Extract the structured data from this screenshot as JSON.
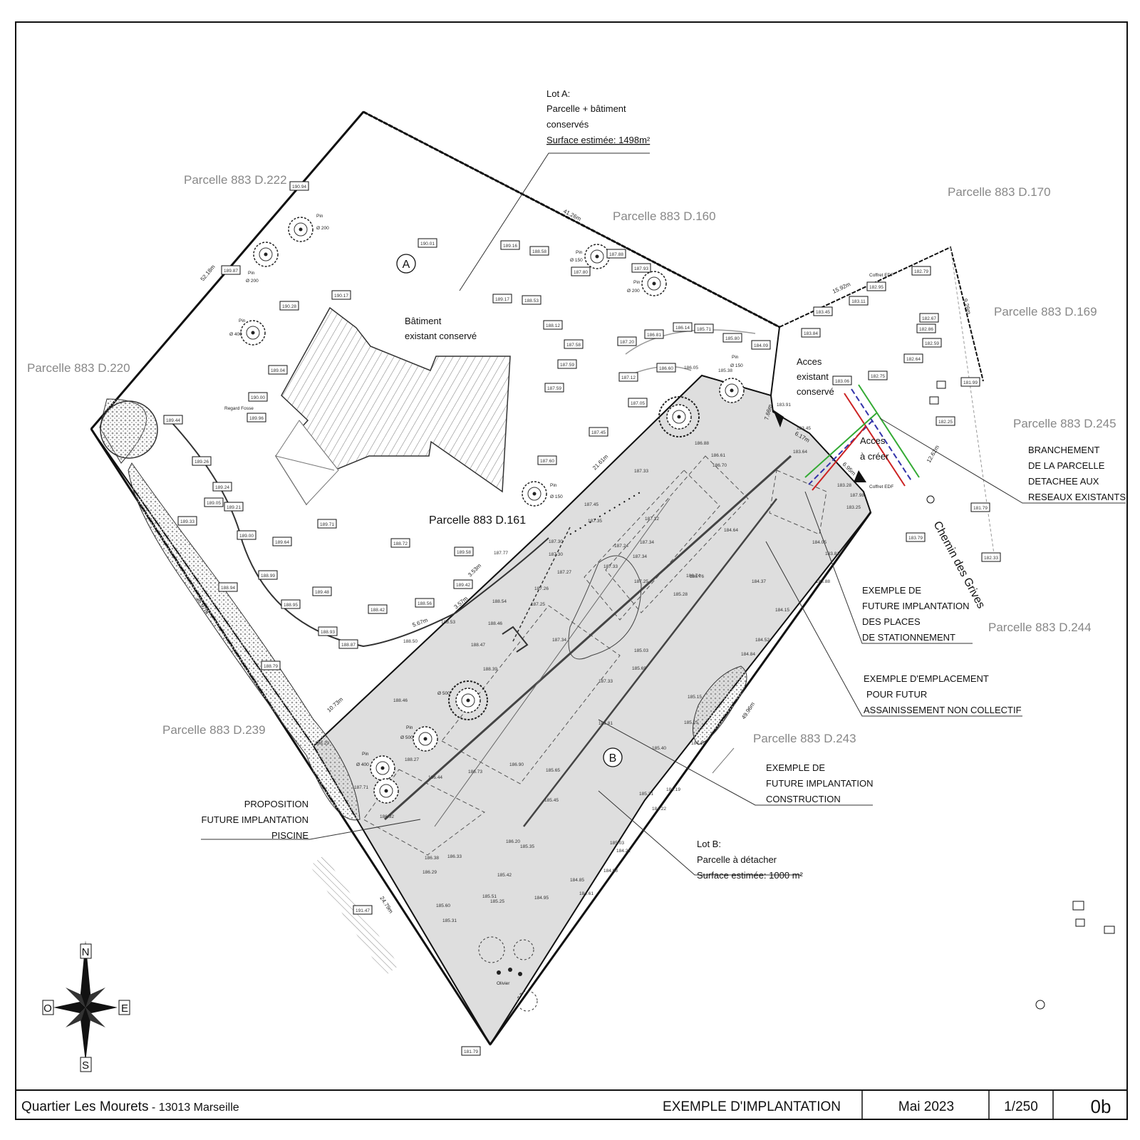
{
  "parcels": {
    "p222": "Parcelle 883 D.222",
    "p160": "Parcelle 883 D.160",
    "p170": "Parcelle 883 D.170",
    "p169": "Parcelle 883 D.169",
    "p220": "Parcelle 883 D.220",
    "p161": "Parcelle 883 D.161",
    "p245": "Parcelle 883 D.245",
    "p244": "Parcelle 883 D.244",
    "p243": "Parcelle 883 D.243",
    "p239": "Parcelle 883 D.239"
  },
  "lot_a": {
    "l1": "Lot A:",
    "l2": "Parcelle + bâtiment",
    "l3": "conservés",
    "l4": "Surface estimée: 1498m²",
    "marker": "A"
  },
  "lot_b": {
    "l1": "Lot B:",
    "l2": "Parcelle à détacher",
    "l3": "Surface estimée: 1000 m²",
    "marker": "B"
  },
  "building": {
    "l1": "Bâtiment",
    "l2": "existant conservé"
  },
  "access_existing": {
    "l1": "Acces",
    "l2": "existant",
    "l3": "conservé"
  },
  "access_new": {
    "l1": "Acces",
    "l2": "à créer"
  },
  "branchement": {
    "l1": "BRANCHEMENT",
    "l2": "DE LA PARCELLE",
    "l3": "DETACHEE AUX",
    "l4": "RESEAUX EXISTANTS"
  },
  "parking": {
    "l1": "EXEMPLE DE",
    "l2": "FUTURE IMPLANTATION",
    "l3": "DES PLACES",
    "l4": "DE STATIONNEMENT"
  },
  "sewage": {
    "l1": "EXEMPLE D'EMPLACEMENT",
    "l2": "POUR FUTUR",
    "l3": "ASSAINISSEMENT NON COLLECTIF"
  },
  "construction": {
    "l1": "EXEMPLE DE",
    "l2": "FUTURE IMPLANTATION",
    "l3": "CONSTRUCTION"
  },
  "pool": {
    "l1": "PROPOSITION",
    "l2": "FUTURE IMPLANTATION",
    "l3": "PISCINE"
  },
  "road": "Chemin des Grives",
  "coffret1": "Coffret EDF",
  "coffret2": "Coffret EDF",
  "regard": "Regard Fosse",
  "olivier": "Olivier",
  "trees": [
    {
      "l1": "Pin",
      "l2": "Ø 200"
    },
    {
      "l1": "Pin",
      "l2": "Ø 200"
    },
    {
      "l1": "Pin",
      "l2": "Ø 400"
    },
    {
      "l1": "Pin",
      "l2": "Ø 150"
    },
    {
      "l1": "Pin",
      "l2": "Ø 200"
    },
    {
      "l1": "Pin",
      "l2": "Ø 150"
    },
    {
      "l1": "Pin",
      "l2": "Ø 150"
    },
    {
      "l1": "Pin",
      "l2": "Ø 500"
    },
    {
      "l1": "Pin",
      "l2": "Ø 400"
    },
    {
      "l1": "",
      "l2": "Ø 500"
    }
  ],
  "dimensions": [
    "41.26m",
    "52.18m",
    "15.92m",
    "9.26m",
    "7.66m",
    "6.17m",
    "6.95m",
    "12.62m",
    "21.61m",
    "3.53m",
    "3.57m",
    "5.67m",
    "10.73m",
    "26.97m",
    "49.96m",
    "24.79m"
  ],
  "spots_boxed": [
    "190.01",
    "189.16",
    "188.58",
    "187.80",
    "187.88",
    "187.93",
    "190.17",
    "190.28",
    "189.17",
    "188.53",
    "188.12",
    "187.58",
    "187.59",
    "187.59",
    "187.20",
    "186.81",
    "186.14",
    "185.71",
    "185.80",
    "184.09",
    "183.84",
    "183.45",
    "183.11",
    "182.95",
    "182.79",
    "182.86",
    "182.67",
    "182.59",
    "182.64",
    "183.06",
    "182.75",
    "182.25",
    "181.99",
    "189.04",
    "190.00",
    "189.96",
    "189.44",
    "189.26",
    "189.24",
    "189.05",
    "189.21",
    "189.33",
    "189.71",
    "189.00",
    "189.64",
    "188.72",
    "189.58",
    "188.99",
    "188.94",
    "189.48",
    "189.42",
    "188.95",
    "188.42",
    "188.56",
    "188.93",
    "188.87",
    "188.79",
    "187.45",
    "187.60",
    "187.12",
    "187.05",
    "186.60",
    "183.79",
    "181.79",
    "182.33",
    "191.47",
    "181.79",
    "190.94",
    "189.87"
  ],
  "spots_free": [
    "187.33",
    "187.45",
    "187.12",
    "187.30",
    "187.35",
    "187.30",
    "187.24",
    "187.27",
    "187.33",
    "187.25",
    "187.34",
    "187.26",
    "187.34",
    "187.25",
    "187.34",
    "187.33",
    "186.90",
    "186.73",
    "186.44",
    "186.38",
    "186.33",
    "186.29",
    "186.20",
    "185.31",
    "185.60",
    "185.25",
    "184.95",
    "185.35",
    "185.42",
    "185.51",
    "185.45",
    "185.65",
    "185.03",
    "184.93",
    "184.85",
    "184.61",
    "184.21",
    "184.19",
    "184.22",
    "184.12",
    "185.21",
    "185.40",
    "185.25",
    "185.15",
    "185.69",
    "185.03",
    "185.28",
    "184.64",
    "184.37",
    "184.15",
    "184.52",
    "184.05",
    "183.81",
    "183.88",
    "183.45",
    "183.25",
    "183.28",
    "183.64",
    "184.84",
    "183.91",
    "186.05",
    "185.38",
    "186.70",
    "186.61",
    "186.88",
    "186.74",
    "186.76",
    "186.81",
    "188.46",
    "188.29",
    "187.71",
    "188.27",
    "186.92",
    "188.54",
    "188.46",
    "188.47",
    "188.39",
    "188.50",
    "188.53",
    "187.77",
    "187.98"
  ],
  "north": "N",
  "south": "S",
  "east": "E",
  "west": "O",
  "title_block": {
    "location": "Quartier Les Mourets",
    "city": " - 13013 Marseille",
    "subject": "EXEMPLE D'IMPLANTATION",
    "date": "Mai 2023",
    "scale": "1/250",
    "ref": "0b"
  }
}
